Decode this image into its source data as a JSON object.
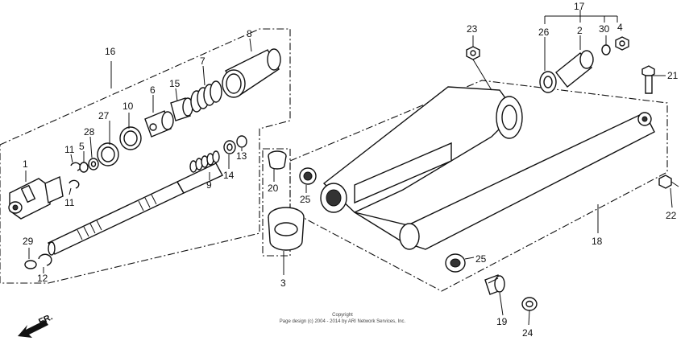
{
  "labels": {
    "p1": "1",
    "p2": "2",
    "p3": "3",
    "p4": "4",
    "p5": "5",
    "p6": "6",
    "p7": "7",
    "p8": "8",
    "p9": "9",
    "p10": "10",
    "p11a": "11",
    "p11b": "11",
    "p12": "12",
    "p13": "13",
    "p14": "14",
    "p15": "15",
    "p16": "16",
    "p17": "17",
    "p18": "18",
    "p19": "19",
    "p20": "20",
    "p21": "21",
    "p22": "22",
    "p23": "23",
    "p24": "24",
    "p25a": "25",
    "p25b": "25",
    "p26": "26",
    "p27": "27",
    "p28": "28",
    "p29": "29",
    "p30": "30"
  },
  "copyright_line1": "Copyright",
  "copyright_line2": "Page design (c) 2004 - 2014 by ARI Network Services, Inc.",
  "direction_label": "FR."
}
